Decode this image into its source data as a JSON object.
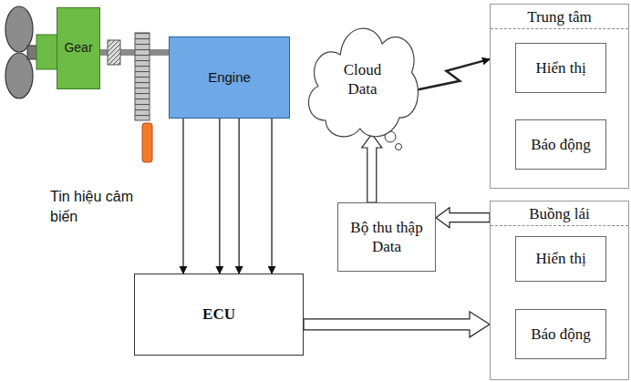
{
  "diagram": {
    "nodes": [
      {
        "text": [
          "Gear"
        ]
      },
      {
        "text": [
          "Engine"
        ]
      },
      {
        "text": [
          "Cloud Data"
        ]
      },
      {
        "text": [
          "Trung tâm"
        ]
      },
      {
        "text": [
          "Hiển thị"
        ],
        "in": 3
      },
      {
        "text": [
          "Báo động"
        ],
        "in": 3
      },
      {
        "text": [
          "Bộ thu thập Data"
        ]
      },
      {
        "text": [
          "Buồng lái"
        ]
      },
      {
        "text": [
          "Hiển thị"
        ],
        "in": 7
      },
      {
        "text": [
          "Báo động"
        ],
        "in": 7
      },
      {
        "text": [
          "ECU"
        ]
      }
    ],
    "edges": [
      {
        "from": 0,
        "to": 1,
        "arrow": "none"
      },
      {
        "from": 1,
        "to": 10,
        "arrow": "to"
      },
      {
        "from": 1,
        "to": 10,
        "arrow": "to"
      },
      {
        "from": 1,
        "to": 10,
        "arrow": "to"
      },
      {
        "from": 1,
        "to": 10,
        "arrow": "to"
      },
      {
        "from": 10,
        "to": 7,
        "arrow": "to"
      },
      {
        "from": 7,
        "to": 6,
        "arrow": "to"
      },
      {
        "from": 6,
        "to": 2,
        "arrow": "to"
      },
      {
        "from": 2,
        "to": 3,
        "arrow": "to"
      }
    ],
    "labels": [
      "Tin hiệu cảm biến"
    ]
  }
}
